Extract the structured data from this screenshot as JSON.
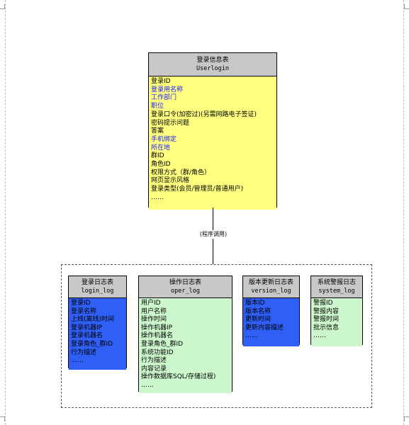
{
  "main_entity": {
    "title_cn": "登录信息表",
    "title_en": "Userlogin",
    "fields": [
      {
        "text": "登录ID",
        "highlight": false
      },
      {
        "text": "登录用名称",
        "highlight": true
      },
      {
        "text": "工作部门",
        "highlight": true
      },
      {
        "text": "职位",
        "highlight": true
      },
      {
        "text": "登录口令(加密过)(另需网路电子签证)",
        "highlight": false
      },
      {
        "text": "密码提示问题",
        "highlight": false
      },
      {
        "text": "答案",
        "highlight": false
      },
      {
        "text": "手机绑定",
        "highlight": true
      },
      {
        "text": "所在地",
        "highlight": true
      },
      {
        "text": "群ID",
        "highlight": false
      },
      {
        "text": "角色ID",
        "highlight": false
      },
      {
        "text": "权限方式（群/角色）",
        "highlight": false
      },
      {
        "text": "网页显示风格",
        "highlight": false
      },
      {
        "text": "登录类型(会员/管理员/普通用户)",
        "highlight": false
      },
      {
        "text": "……",
        "highlight": false
      }
    ]
  },
  "connector_label": "(程序调用)",
  "log_entities": [
    {
      "title_cn": "登录日志表",
      "title_en": "login_log",
      "fields": [
        "登录ID",
        "登录名称",
        "上线(离线)时间",
        "登录机器IP",
        "登录机器名",
        "登录角色_群ID",
        "行为描述",
        "……"
      ]
    },
    {
      "title_cn": "操作日志表",
      "title_en": "oper_log",
      "fields": [
        "用户ID",
        "用户名称",
        "操作时间",
        "操作机器IP",
        "操作机器名",
        "登录角色_群ID",
        "系统功能ID",
        "行为描述",
        "内容记录",
        "操作数据库SQL/存储过程)",
        "……"
      ]
    },
    {
      "title_cn": "版本更新日志表",
      "title_en": "version_log",
      "fields": [
        "版本ID",
        "版本名称",
        "更新时间",
        "更新内容描述",
        "……"
      ]
    },
    {
      "title_cn": "系统警报日志",
      "title_en": "system_log",
      "fields": [
        "警报ID",
        "警报内容",
        "警报时间",
        "批示信息",
        "……"
      ]
    }
  ],
  "colors": {
    "header_gray": "#c8c8c8",
    "main_body_yellow": "#ffff80",
    "log_body_blue": "#2f5ff5",
    "log_body_green": "#ccf7cc",
    "highlight_text_blue": "#1a1aff"
  }
}
